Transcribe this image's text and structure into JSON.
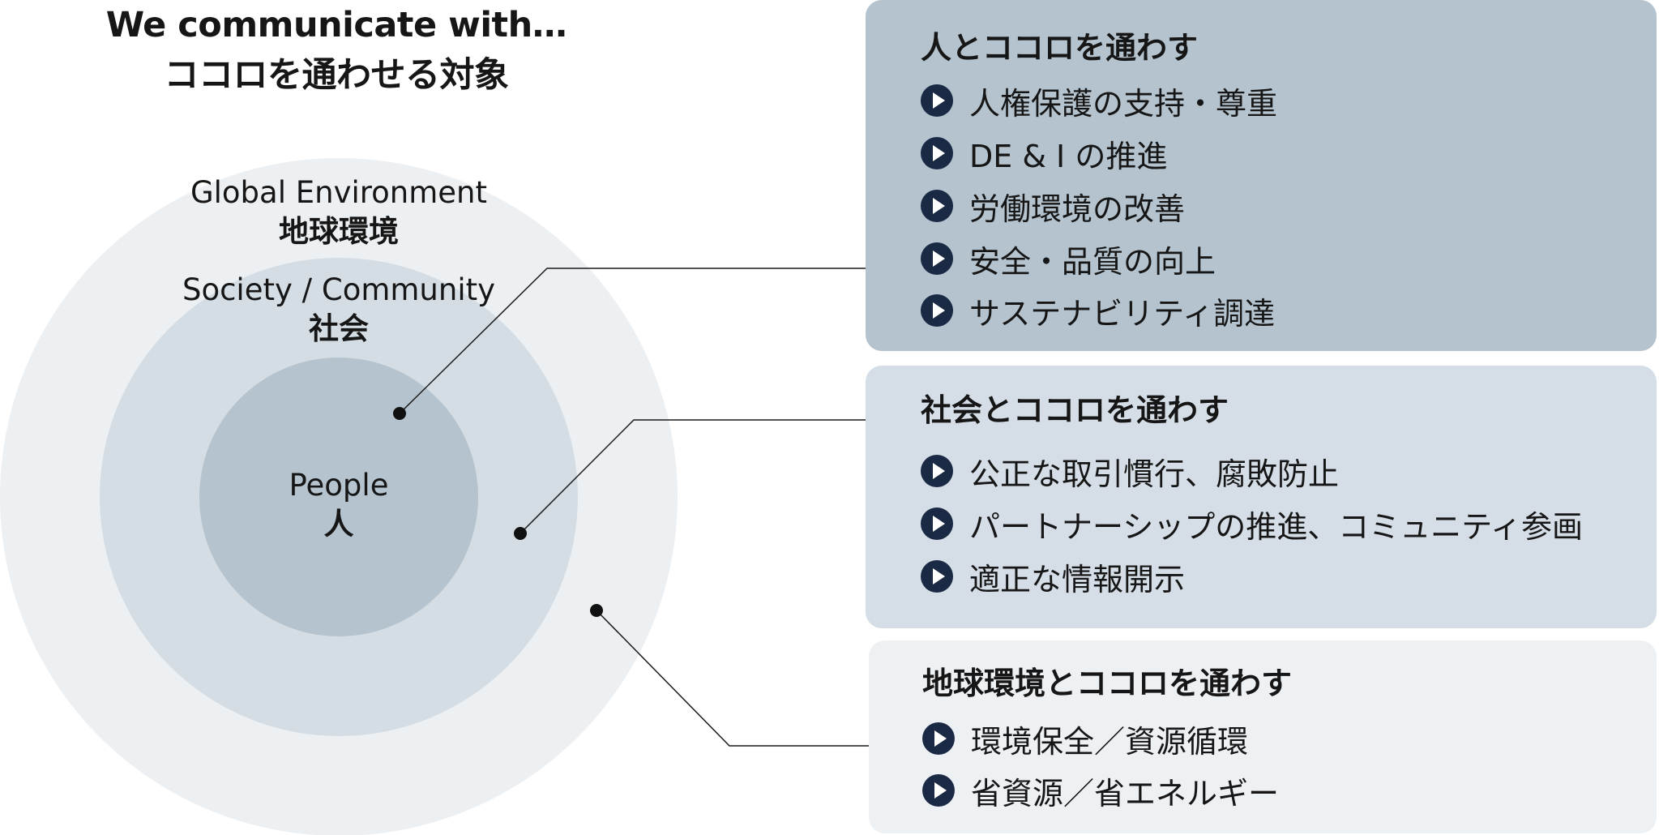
{
  "title": {
    "line1": "We communicate with…",
    "line2": "ココロを通わせる対象"
  },
  "rings": {
    "global": {
      "en": "Global  Environment",
      "ja": "地球環境"
    },
    "society": {
      "en": "Society / Community",
      "ja": "社会"
    },
    "people": {
      "en": "People",
      "ja": "人"
    }
  },
  "panels": [
    {
      "title": "人とココロを通わす",
      "items": [
        "人権保護の支持・尊重",
        "DE & I の推進",
        "労働環境の改善",
        "安全・品質の向上",
        "サステナビリティ調達"
      ]
    },
    {
      "title": "社会とココロを通わす",
      "items": [
        "公正な取引慣行、腐敗防止",
        "パートナーシップの推進、コミュニティ参画",
        "適正な情報開示"
      ]
    },
    {
      "title": "地球環境とココロを通わす",
      "items": [
        "環境保全／資源循環",
        "省資源／省エネルギー"
      ]
    }
  ],
  "colors": {
    "outer_ring": "#edf0f3",
    "middle_ring": "#d5dde4",
    "inner_ring": "#b4c3cd",
    "panel_people": "#b4c3ce",
    "panel_society": "#d5dee6",
    "panel_global": "#edf1f4",
    "bullet": "#1b2a44"
  }
}
